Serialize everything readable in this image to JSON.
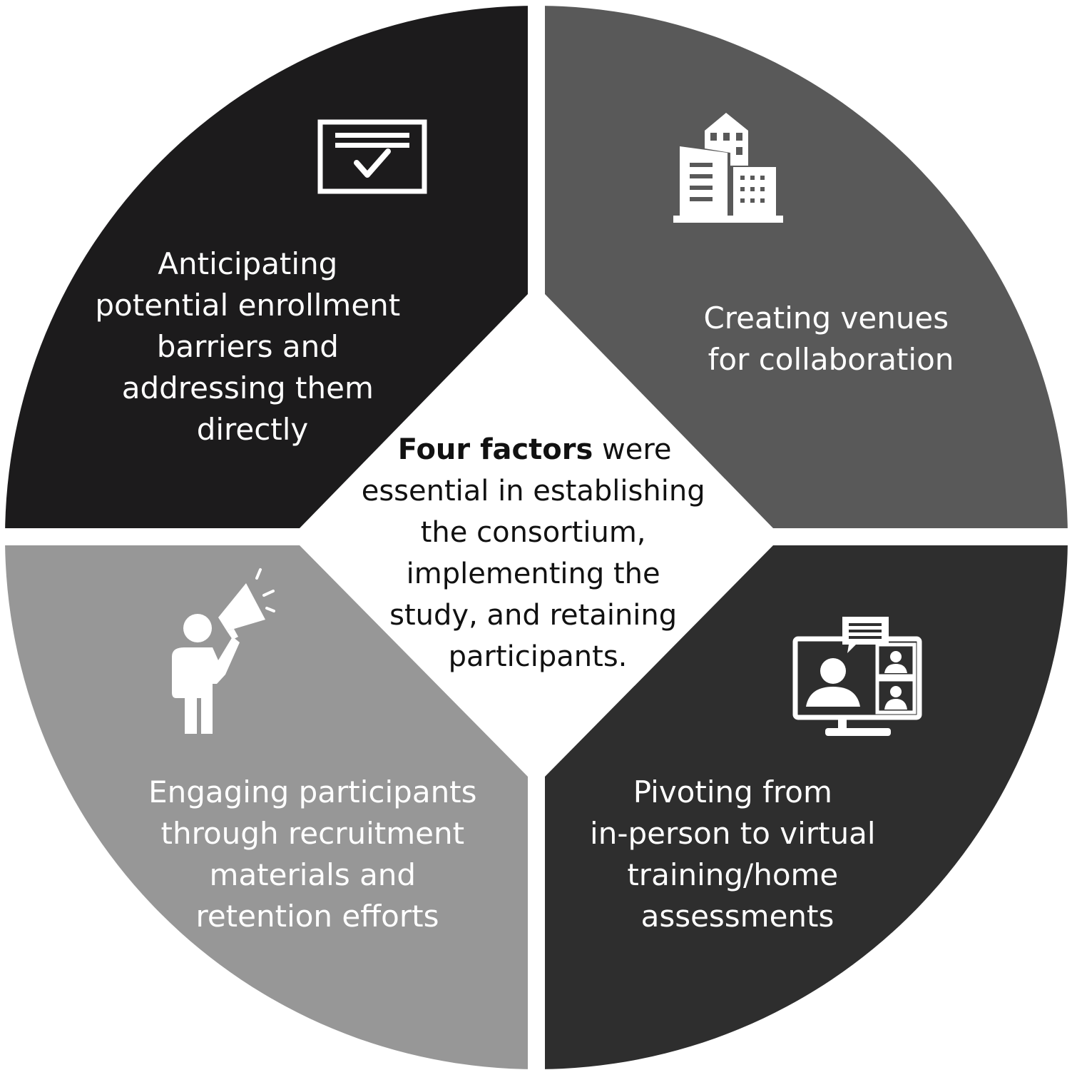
{
  "center": {
    "bold_lead": "Four factors",
    "lines": [
      " were",
      "essential in establishing",
      "the consortium,",
      "implementing the",
      "study, and retaining",
      "participants."
    ]
  },
  "quadrants": [
    {
      "id": "top-left",
      "color": "#1c1b1c",
      "icon": "checklist-window-icon",
      "lines": [
        "Anticipating",
        "potential enrollment",
        "barriers and",
        "addressing them",
        "directly"
      ]
    },
    {
      "id": "top-right",
      "color": "#595959",
      "icon": "buildings-icon",
      "lines": [
        "Creating venues",
        "for collaboration"
      ]
    },
    {
      "id": "bottom-left",
      "color": "#979797",
      "icon": "megaphone-person-icon",
      "lines": [
        "Engaging participants",
        "through recruitment",
        "materials and",
        "retention efforts"
      ]
    },
    {
      "id": "bottom-right",
      "color": "#2e2e2e",
      "icon": "video-call-monitor-icon",
      "lines": [
        "Pivoting from",
        "in-person to virtual",
        "training/home",
        "assessments"
      ]
    }
  ]
}
